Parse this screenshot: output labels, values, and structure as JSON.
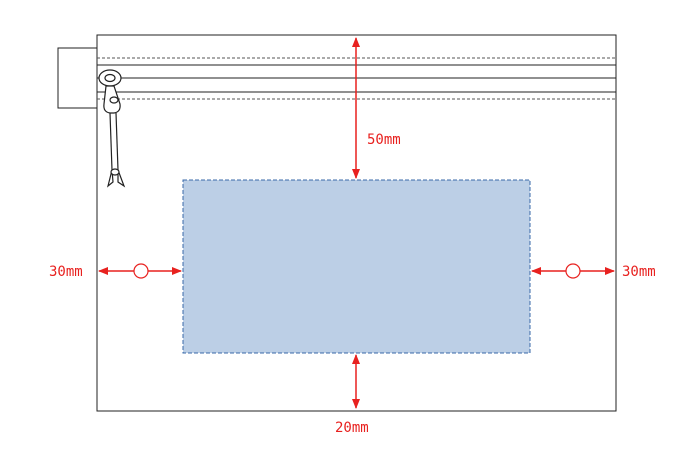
{
  "diagram": {
    "labels": {
      "top": "50mm",
      "bottom": "20mm",
      "left": "30mm",
      "right": "30mm"
    },
    "colors": {
      "dimension": "#e8211f",
      "print_area_fill": "#bccfe6",
      "print_area_border": "#3a6aa8",
      "outline": "#222222",
      "stitch": "#555555"
    }
  }
}
